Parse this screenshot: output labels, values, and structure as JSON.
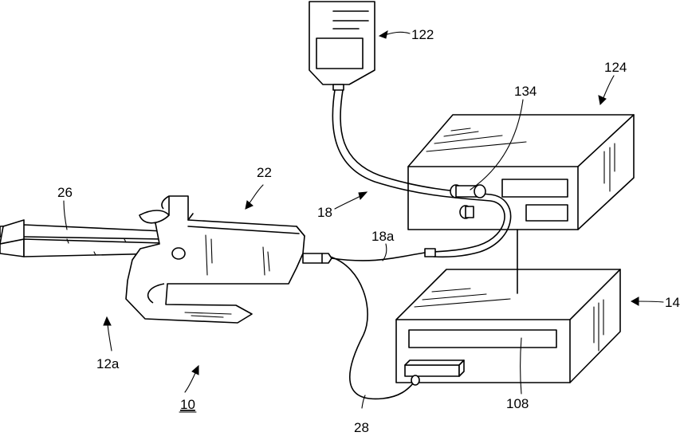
{
  "labels": {
    "bag": "122",
    "pump": "124",
    "valve": "134",
    "system": "18",
    "tube": "18a",
    "console": "14",
    "display": "108",
    "cable": "28",
    "handpiece": "22",
    "tip": "26",
    "jaw": "12a",
    "instrument": "10"
  }
}
